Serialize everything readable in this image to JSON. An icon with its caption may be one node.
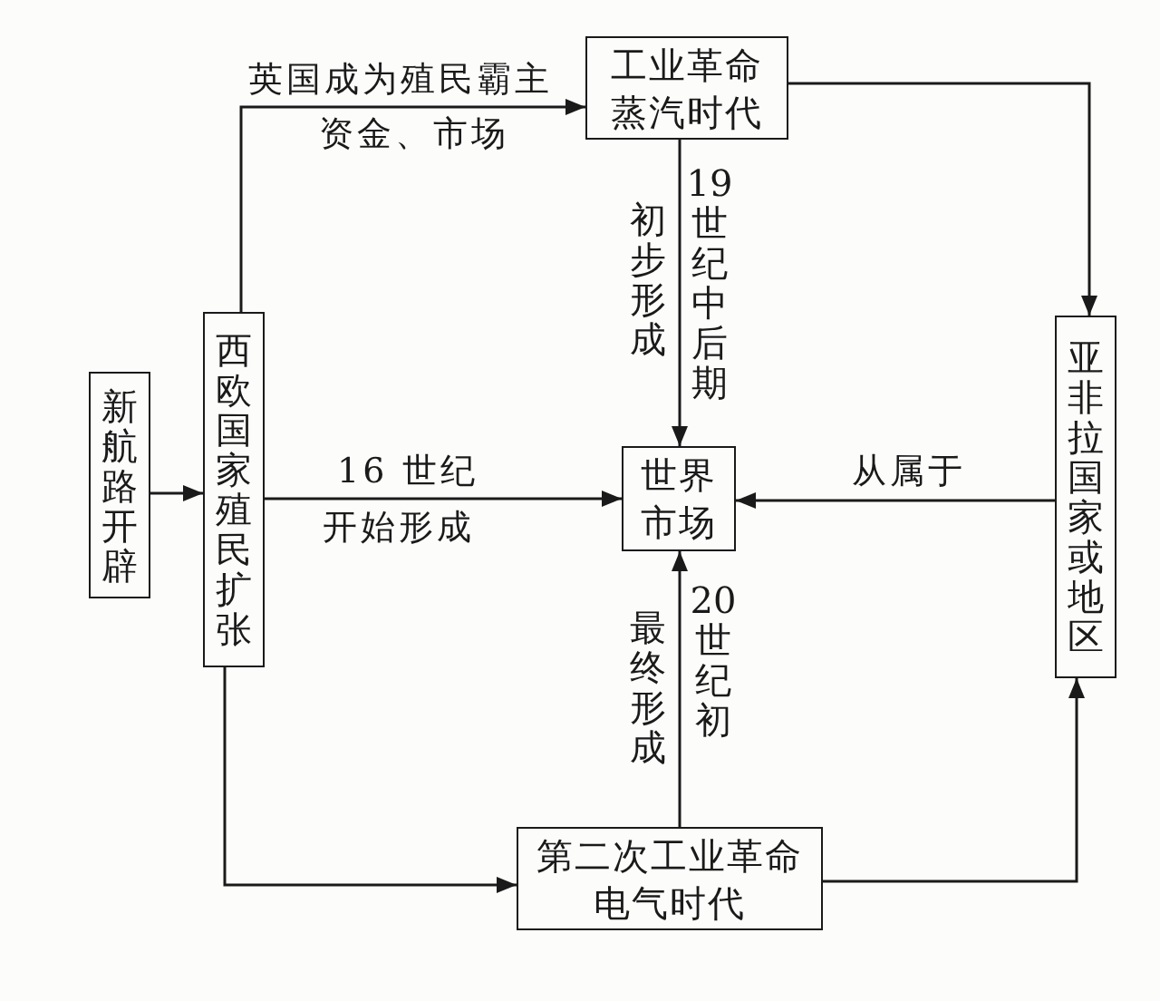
{
  "diagram": {
    "nodes": [
      {
        "text": [
          "新航路开辟"
        ]
      },
      {
        "text": [
          "西欧国家殖民扩张"
        ]
      },
      {
        "text": [
          "工业革命",
          "蒸汽时代"
        ]
      },
      {
        "text": [
          "世界市场"
        ]
      },
      {
        "text": [
          "亚非拉国家或地区"
        ]
      },
      {
        "text": [
          "第二次工业革命",
          "电气时代"
        ]
      }
    ],
    "edges": [
      {
        "from": 0,
        "to": 1,
        "arrow": "to"
      },
      {
        "from": 1,
        "to": 2,
        "arrow": "to",
        "label": "英国成为殖民霸主"
      },
      {
        "from": 2,
        "to": 4,
        "arrow": "to"
      },
      {
        "from": 2,
        "to": 3,
        "arrow": "to",
        "label": "19 世纪中后期"
      },
      {
        "from": 1,
        "to": 3,
        "arrow": "to",
        "label": "16 世纪"
      },
      {
        "from": 4,
        "to": 3,
        "arrow": "to",
        "label": "从属于"
      },
      {
        "from": 1,
        "to": 5,
        "arrow": "to"
      },
      {
        "from": 5,
        "to": 3,
        "arrow": "to",
        "label": "20 世纪初"
      },
      {
        "from": 5,
        "to": 4,
        "arrow": "to"
      }
    ],
    "labels": [
      "资金、市场",
      "初步形成",
      "开始形成",
      "最终形成"
    ]
  }
}
